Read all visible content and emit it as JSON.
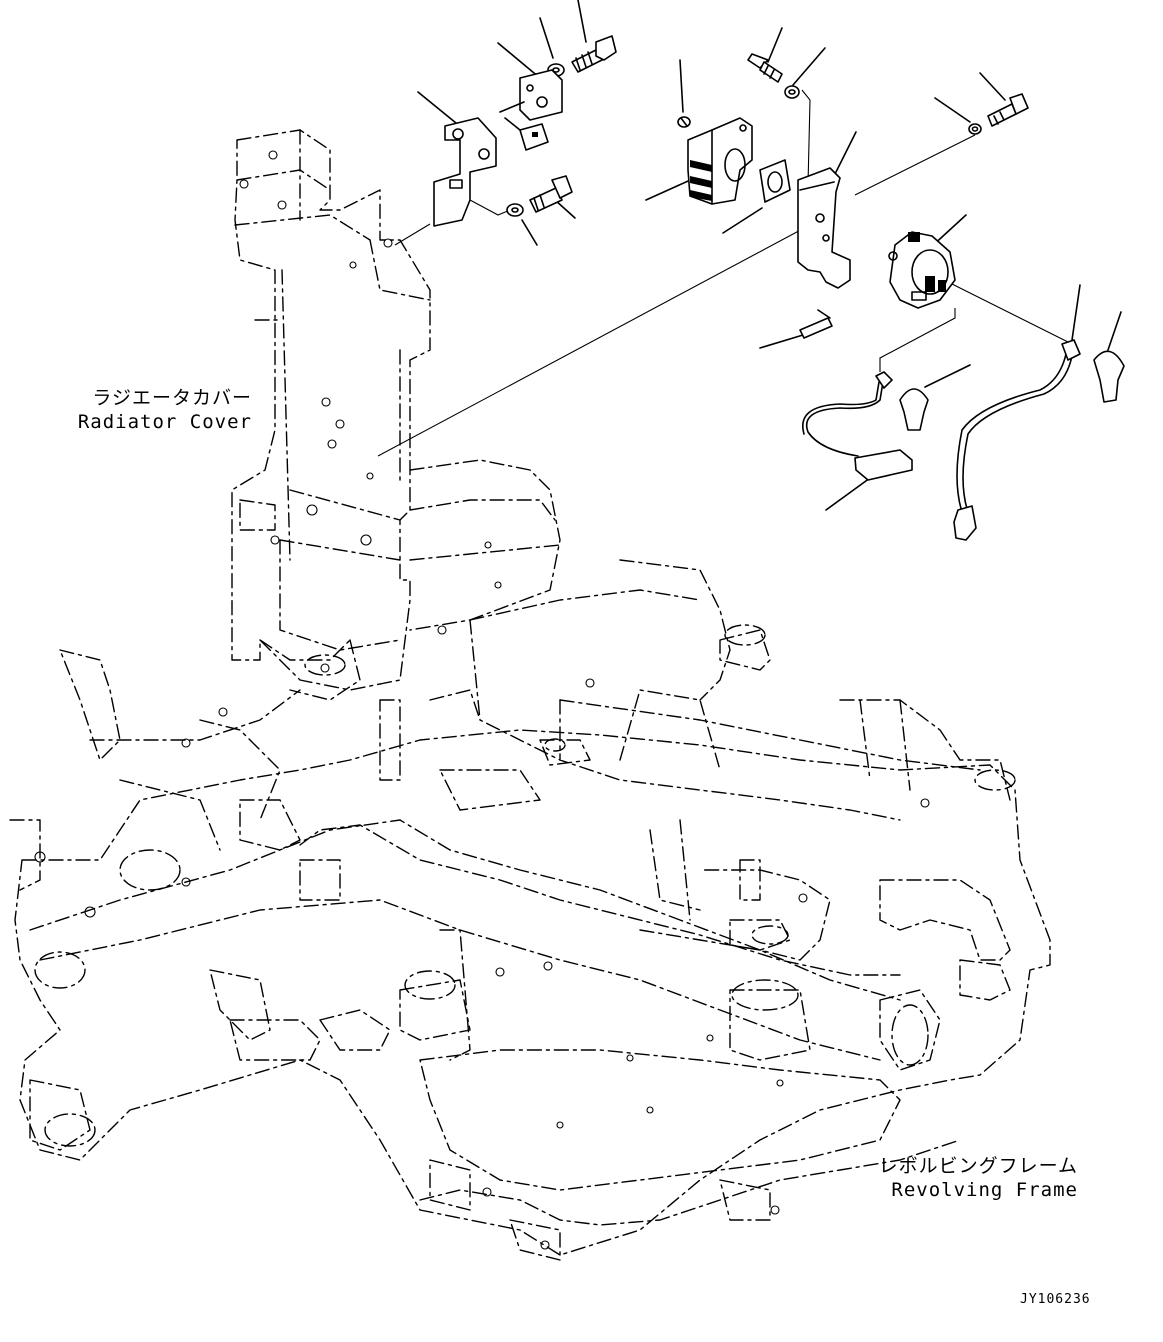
{
  "labels": {
    "radiator_cover_jp": "ラジエータカバー",
    "radiator_cover_en": "Radiator Cover",
    "revolving_frame_jp": "レボルビングフレーム",
    "revolving_frame_en": "Revolving Frame"
  },
  "drawing_code": "JY106236"
}
